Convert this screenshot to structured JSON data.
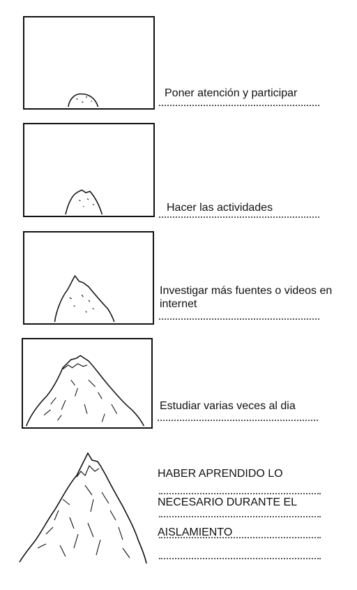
{
  "steps": [
    {
      "caption": "Poner atención y participar",
      "illustration": "small-mound"
    },
    {
      "caption": "Hacer las actividades",
      "illustration": "small-hill"
    },
    {
      "caption": "Investigar más fuentes o videos en internet",
      "illustration": "hill"
    },
    {
      "caption": "Estudiar varias veces al dia",
      "illustration": "mountain"
    }
  ],
  "goal": {
    "lines": [
      "HABER APRENDIDO LO",
      "NECESARIO DURANTE EL",
      "AISLAMIENTO"
    ],
    "illustration": "mountain-peak"
  }
}
